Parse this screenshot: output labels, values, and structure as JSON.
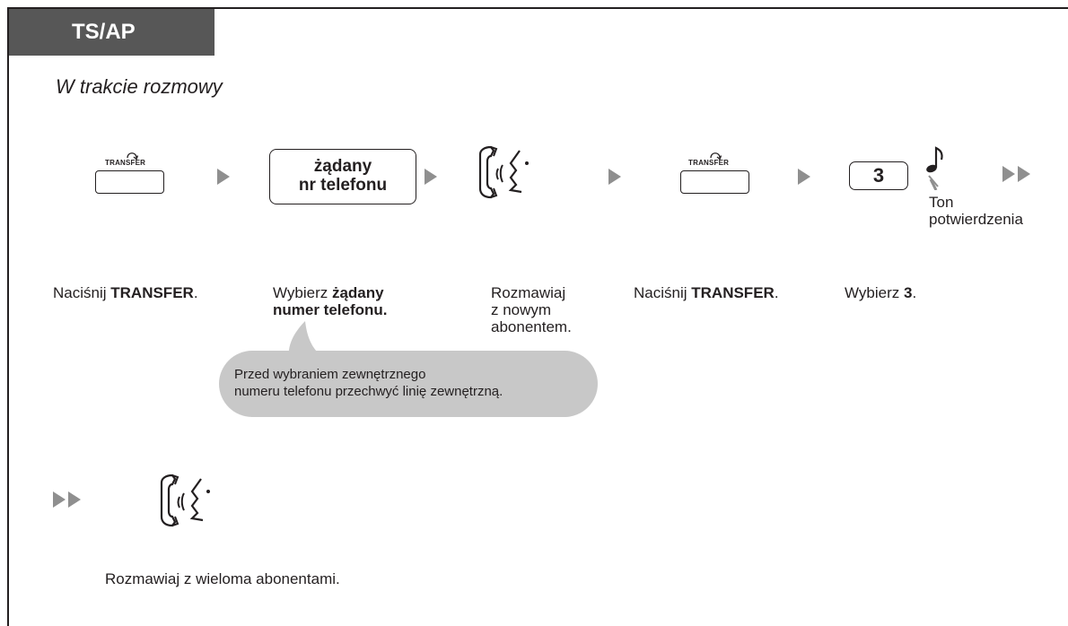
{
  "header": {
    "tab_label": "TS/AP",
    "subtitle": "W trakcie rozmowy"
  },
  "steps": [
    {
      "key_label": "TRANSFER",
      "desc_pre": "Naciśnij ",
      "desc_bold": "TRANSFER",
      "desc_post": "."
    },
    {
      "box_line1": "żądany",
      "box_line2": "nr telefonu",
      "desc_pre": "Wybierz ",
      "desc_bold_1": "żądany",
      "desc_bold_2": "numer telefonu."
    },
    {
      "icon": "handset-talk-icon",
      "desc_1": "Rozmawiaj",
      "desc_2": "z nowym",
      "desc_3": "abonentem."
    },
    {
      "key_label": "TRANSFER",
      "desc_pre": "Naciśnij ",
      "desc_bold": "TRANSFER",
      "desc_post": "."
    },
    {
      "digit": "3",
      "desc_pre": "Wybierz ",
      "desc_bold": "3",
      "desc_post": "."
    }
  ],
  "tone": {
    "icon": "music-note-icon",
    "label_1": "Ton",
    "label_2": "potwierdzenia"
  },
  "note": {
    "line_1": "Przed wybraniem zewnętrznego",
    "line_2": "numeru telefonu przechwyć linię zewnętrzną."
  },
  "final": {
    "icon": "handset-talk-icon",
    "desc": "Rozmawiaj z wieloma abonentami."
  },
  "colors": {
    "tab_bg": "#575757",
    "arrow": "#8f8f8f",
    "bubble": "#c8c8c8",
    "ink": "#231f20"
  }
}
